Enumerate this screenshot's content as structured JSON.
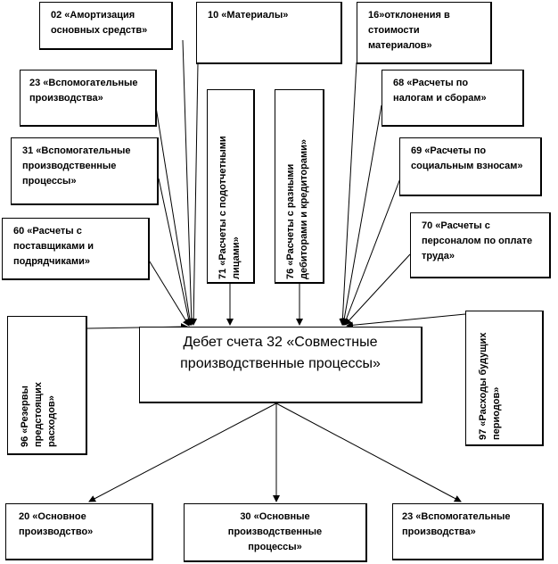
{
  "boxes": {
    "b02": "02 «Амортизация\nосновных средств»",
    "b10": "10 «Материалы»",
    "b16": "16»отклонения в\nстоимости\nматериалов»",
    "b23": "23 «Вспомогательные\nпроизводства»",
    "b68": "68 «Расчеты по\nналогам и сборам»",
    "b31": "31 «Вспомогательные\nпроизводственные\nпроцессы»",
    "b69": "69 «Расчеты по\nсоциальным взносам»",
    "b60": "60 «Расчеты с\nпоставщиками и\nподрядчиками»",
    "b70": "70 «Расчеты с\nперсоналом по оплате\nтруда»",
    "b71": "71 «Расчеты с подотчетными\nлицами»",
    "b76": "76 «Расчеты с разными\nдебиторами и кредиторами»",
    "b96": "96 «Резервы\nпредстоящих\nрасходов»",
    "b97": "97 «Расходы будущих\nпериодов»",
    "center": "Дебет счета 32 «Совместные\nпроизводственные процессы»",
    "o20": "20 «Основное\nпроизводство»",
    "o30": "30 «Основные\nпроизводственные\nпроцессы»",
    "o23": "23 «Вспомогательные\nпроизводства»"
  }
}
